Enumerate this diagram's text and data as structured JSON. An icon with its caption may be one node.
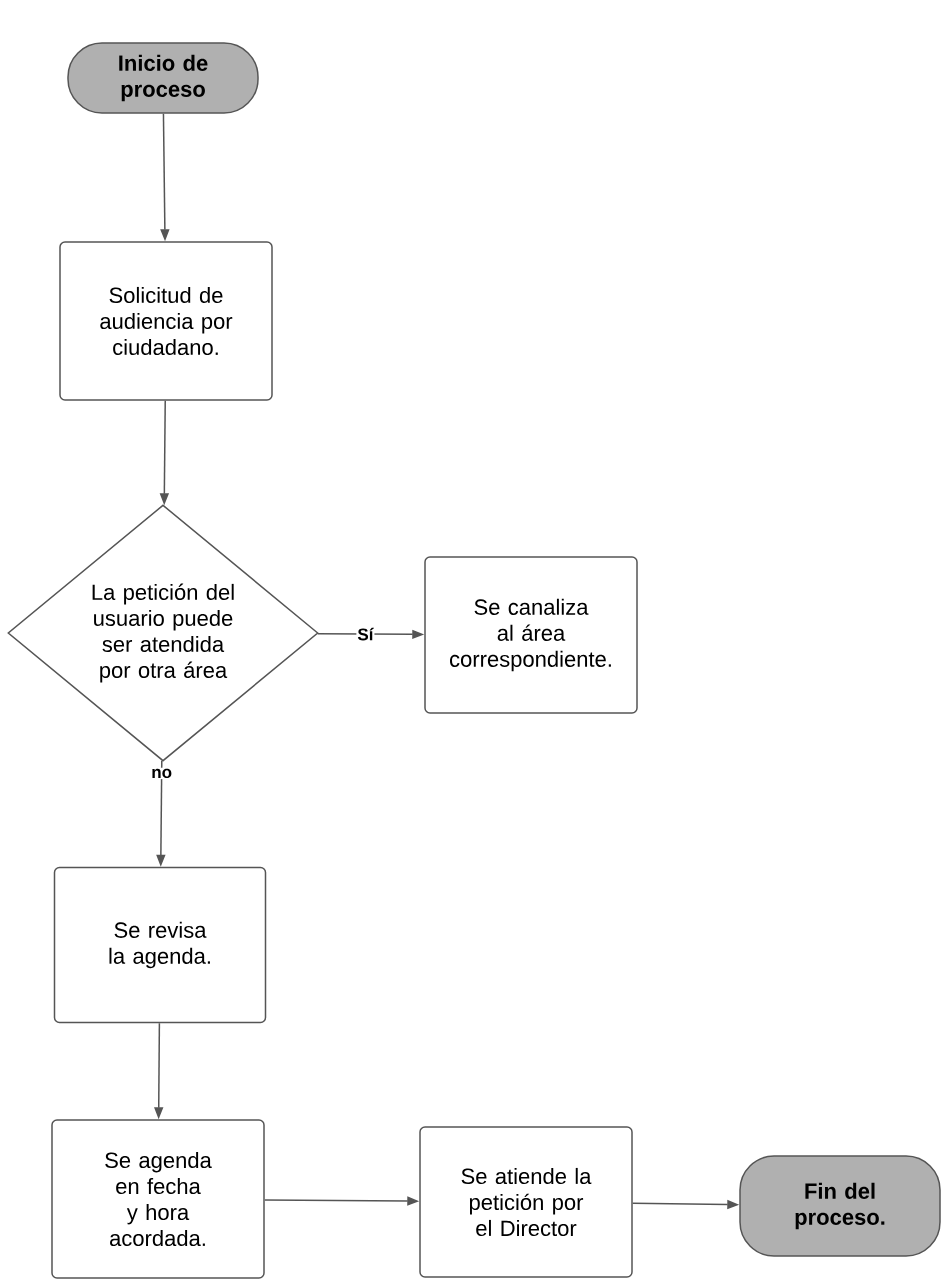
{
  "diagram": {
    "nodes": [
      {
        "text": [
          "Inicio de proceso"
        ]
      },
      {
        "text": [
          "Solicitud de audiencia por ciudadano."
        ]
      },
      {
        "text": [
          "La petición del usuario puede ser atendida por otra área"
        ]
      },
      {
        "text": [
          "Se canaliza al área correspondiente."
        ]
      },
      {
        "text": [
          "Se revisa la agenda."
        ]
      },
      {
        "text": [
          "Se agenda en fecha y hora acordada."
        ]
      },
      {
        "text": [
          "Se atiende la petición por el Director"
        ]
      },
      {
        "text": [
          "Fin del proceso."
        ]
      }
    ],
    "edges": [
      {
        "from": 0,
        "to": 1,
        "arrow": "to"
      },
      {
        "from": 1,
        "to": 2,
        "arrow": "to"
      },
      {
        "from": 2,
        "to": 3,
        "arrow": "to",
        "label": "Sí"
      },
      {
        "from": 2,
        "to": 4,
        "arrow": "to",
        "label": "no"
      },
      {
        "from": 4,
        "to": 5,
        "arrow": "to"
      },
      {
        "from": 5,
        "to": 6,
        "arrow": "to"
      },
      {
        "from": 6,
        "to": 7,
        "arrow": "to"
      }
    ]
  }
}
